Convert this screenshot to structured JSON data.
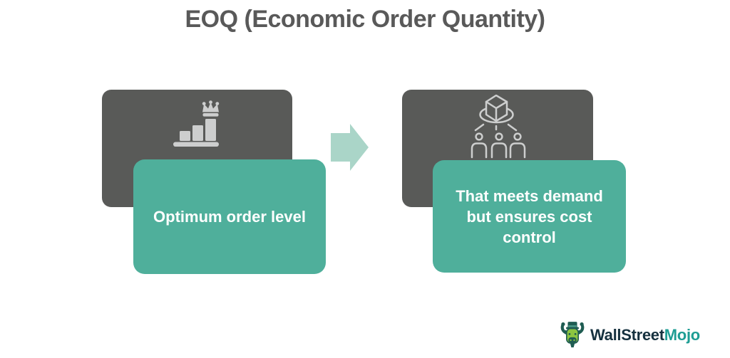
{
  "title": "EOQ (Economic Order Quantity)",
  "cards": [
    {
      "icon": "bar-chart-crown-icon",
      "caption": "Optimum order level"
    },
    {
      "icon": "package-distribution-icon",
      "caption": "That meets demand but ensures cost control"
    }
  ],
  "arrow": {
    "icon": "right-arrow-icon",
    "direction": "right"
  },
  "brand": {
    "name_part1": "WallStreet",
    "name_part2": "Mojo",
    "mascot": "bull-mascot-icon"
  },
  "colors": {
    "title_text": "#595959",
    "icon_card_bg": "#595A58",
    "caption_card_bg": "#4FAF9B",
    "caption_text": "#FFFFFF",
    "arrow_fill": "#AAD5C8",
    "icon_glyph": "#CDCECE",
    "brand_navy": "#16313F",
    "brand_teal": "#1E9D94"
  }
}
